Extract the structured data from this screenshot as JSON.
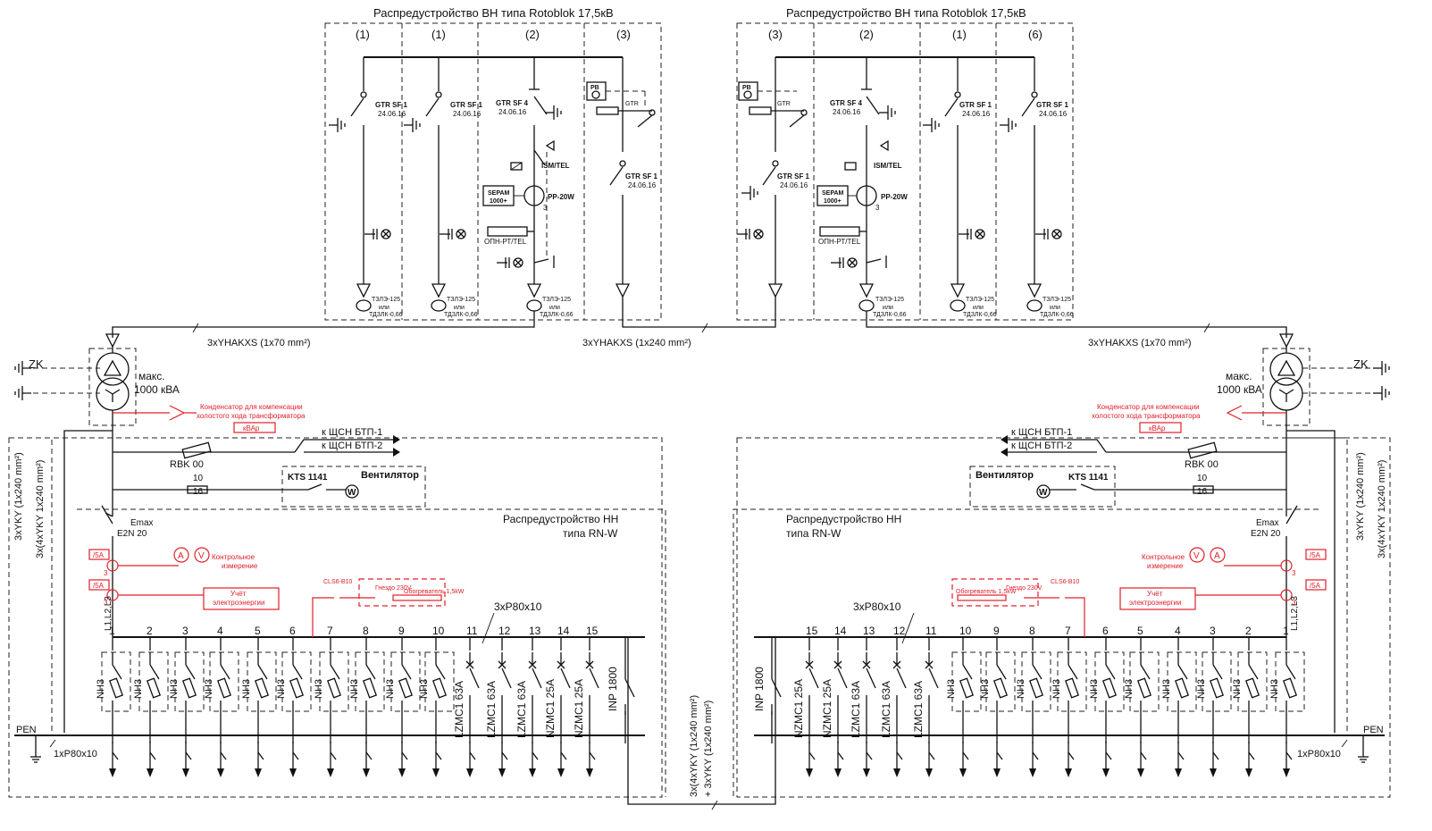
{
  "colors": {
    "line": "#111111",
    "accent_red": "#e0202a",
    "background": "#ffffff"
  },
  "hv": {
    "left_title": "Распредустройство ВН типа Rotoblok 17,5кВ",
    "right_title": "Распредустройство ВН типа Rotoblok 17,5кВ",
    "left_groups": [
      "(1)",
      "(1)",
      "(2)",
      "(3)"
    ],
    "right_groups": [
      "(3)",
      "(2)",
      "(1)",
      "(6)"
    ],
    "gtr1": "GTR SF 1",
    "gtr4": "GTR SF 4",
    "date": "24.06.16",
    "ism": "ISM/TEL",
    "pp20w": "PP-20W",
    "sepam1": "SEPAM",
    "sepam2": "1000+",
    "opn": "ОПН-РТ/TEL",
    "pb": "PB",
    "gtr_small": "GTR",
    "tzlz": "ТЗЛЭ-125",
    "ili": "или",
    "tdzlk": "ТДЗЛК-0,66",
    "three": "3"
  },
  "cables": {
    "left": "3xYHAKXS (1x70 mm²)",
    "middle": "3xYHAKXS (1x240 mm²)",
    "right": "3xYHAKXS (1x70 mm²)",
    "left_vert1": "3xYKY (1x240 mm²)",
    "left_vert2": "3x(4xYKY 1x240 mm²)",
    "right_vert1": "3xYKY (1x240 mm²)",
    "right_vert2": "3x(4xYKY 1x240 mm²)",
    "bottom_vert1": "3x(4xYKY (1x240 mm²)",
    "bottom_vert2": "+ 3xYKY (1x240 mm²)"
  },
  "transformer": {
    "zk": "ZK",
    "max_label": "макс.",
    "power": "1000 кВА",
    "cap_line1": "Конденсатор для компенсации",
    "cap_line2": "холостого хода трансформатора",
    "kvar": "кВАр"
  },
  "lv": {
    "feed1": "к ЩСН БТП-1",
    "feed2": "к ЩСН БТП-2",
    "rbk": "RBK 00",
    "fuse_top": "10",
    "fuse_bot": "16",
    "kts": "KTS 1141",
    "fan": "Вентилятор",
    "w": "W",
    "panel_title1": "Распредустройство НН",
    "panel_title2": "типа RN-W",
    "emax": "Emax",
    "e2n": "E2N 20",
    "ct_ratio": "/5A",
    "ct_num": "3",
    "control1": "Контрольное",
    "control2": "измерение",
    "a": "A",
    "v": "V",
    "meter1": "Учёт",
    "meter2": "электроэнергии",
    "phases": "L1,L2,L3",
    "busbar": "3xP80x10",
    "pen": "PEN",
    "pen_bus": "1xP80x10",
    "cls": "CLS6-B10",
    "heater": "Обогреватель 1,5kW",
    "socket": "Гнездо 230V",
    "nh": "NH3",
    "lzmc": "LZMC1 63A",
    "nzmc": "NZMC1 25A",
    "inp": "INP 1800"
  },
  "feeders": {
    "left_nh_numbers": [
      "1",
      "2",
      "3",
      "4",
      "5",
      "6",
      "7",
      "8",
      "9",
      "10"
    ],
    "left_other_numbers": [
      "11",
      "12",
      "13",
      "14",
      "15"
    ],
    "right_nh_numbers": [
      "1",
      "2",
      "3",
      "4",
      "5",
      "6",
      "7",
      "8",
      "9",
      "10"
    ],
    "right_other_numbers": [
      "11",
      "12",
      "13",
      "14",
      "15"
    ]
  }
}
